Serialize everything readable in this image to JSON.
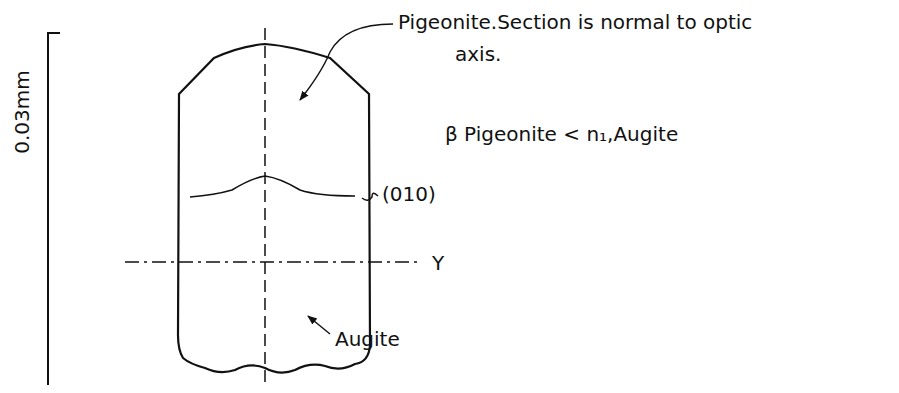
{
  "diagram": {
    "labels": [
      "Pigeonite.Section is normal to optic axis.",
      "β Pigeonite < n₁,Augite",
      "(010)",
      "Y",
      "Augite",
      "0.03mm"
    ]
  }
}
